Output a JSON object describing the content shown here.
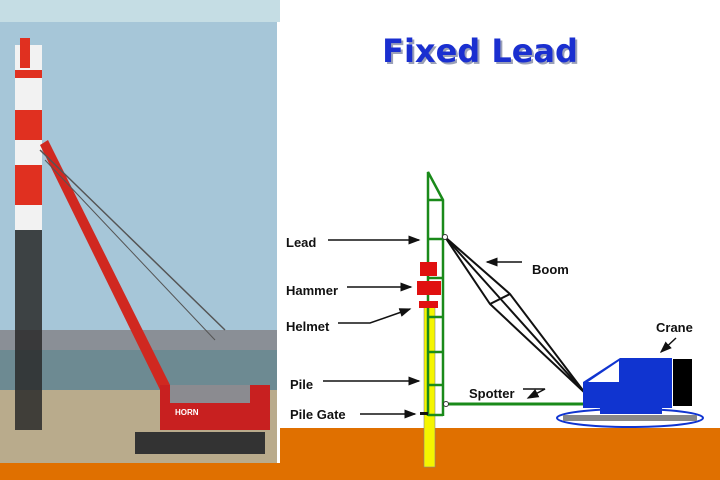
{
  "slide": {
    "title": "Fixed Lead"
  },
  "photo": {
    "crane_brand": "HORN"
  },
  "diagram": {
    "labels": {
      "lead": "Lead",
      "hammer": "Hammer",
      "helmet": "Helmet",
      "pile": "Pile",
      "pile_gate": "Pile Gate",
      "boom": "Boom",
      "crane": "Crane",
      "spotter": "Spotter"
    },
    "colors": {
      "lead": "#1a8a1a",
      "hammer": "#e01010",
      "pile": "#f5f500",
      "crane": "#1034d0",
      "ground": "#e07000",
      "boom": "#111111"
    }
  }
}
